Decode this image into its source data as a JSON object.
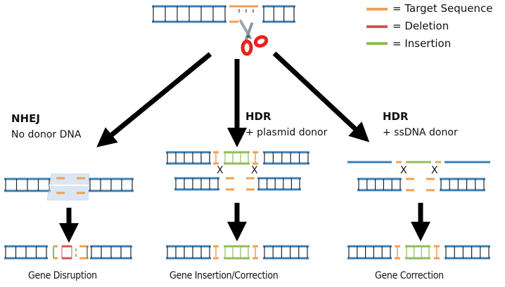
{
  "colors": {
    "dna_backbone": "#3a7fb5",
    "rung": "#222222",
    "target": "#f0a050",
    "deletion": "#d9534f",
    "insertion": "#8fbc5a",
    "arrow": "#000000",
    "scissors_handle": "#e8221e",
    "scissors_blade": "#9aa7b0",
    "ku_box": "#bcd3ec"
  },
  "legend": {
    "items": [
      {
        "label": "= Target Sequence",
        "color_key": "target"
      },
      {
        "label": "= Deletion",
        "color_key": "deletion"
      },
      {
        "label": "= Insertion",
        "color_key": "insertion"
      }
    ]
  },
  "top": {
    "scissors_icon": "scissors"
  },
  "pathways": [
    {
      "title": "NHEJ",
      "subtitle": "No donor DNA",
      "outcome": "Gene Disruption"
    },
    {
      "title": "HDR",
      "subtitle": "+ plasmid donor",
      "outcome": "Gene Insertion/Correction",
      "crossover_mark": "X"
    },
    {
      "title": "HDR",
      "subtitle": "+ ssDNA donor",
      "outcome": "Gene Correction",
      "crossover_mark": "X"
    }
  ]
}
